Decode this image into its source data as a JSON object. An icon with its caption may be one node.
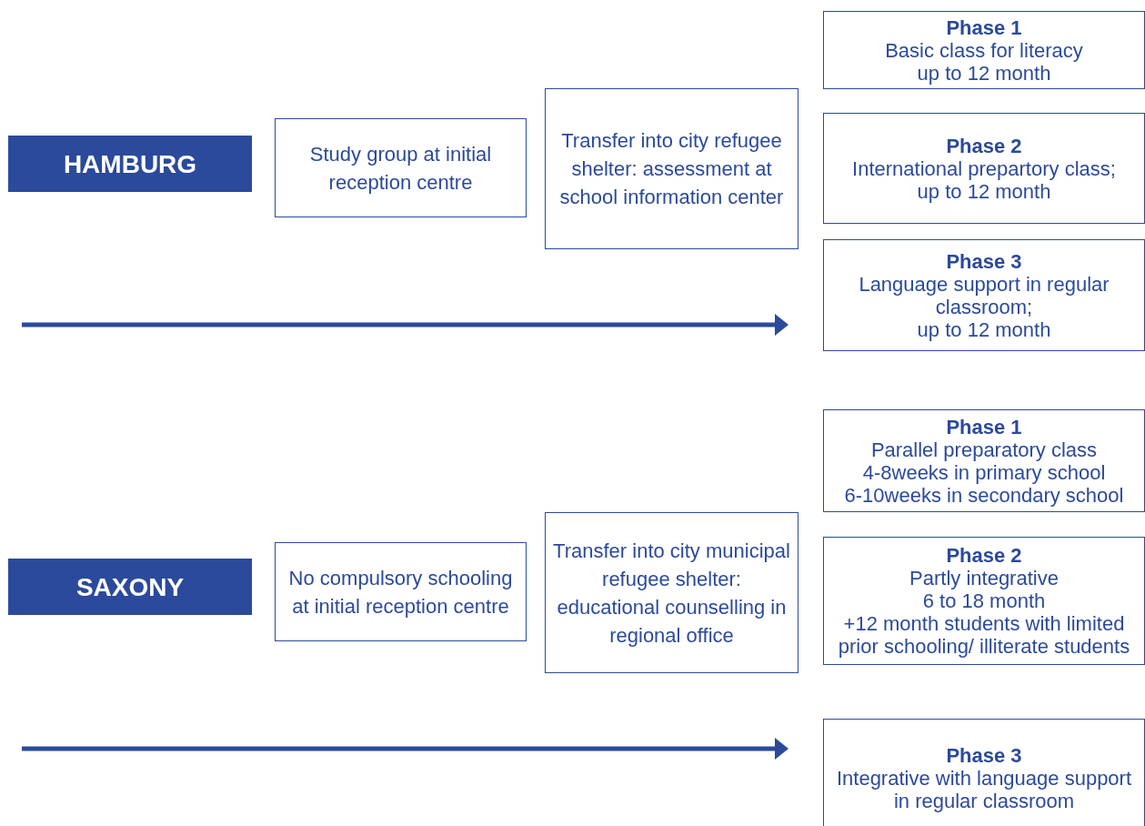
{
  "diagram": {
    "nodes": [
      {
        "text": [
          "HAMBURG"
        ]
      },
      {
        "text": [
          "Study group at initial reception centre"
        ]
      },
      {
        "text": [
          "Transfer into city refugee shelter: assessment at school information center"
        ]
      },
      {
        "text": [
          "Phase 1",
          "Basic class for literacy",
          "up to 12 month"
        ]
      },
      {
        "text": [
          "Phase 2",
          "International prepartory class;",
          "up to 12 month"
        ]
      },
      {
        "text": [
          "Phase 3",
          "Language support in regular classroom;",
          "up to 12 month"
        ]
      },
      {
        "text": [
          "SAXONY"
        ]
      },
      {
        "text": [
          "No compulsory schooling at initial reception centre"
        ]
      },
      {
        "text": [
          "Transfer into city municipal refugee shelter: educational counselling in regional office"
        ]
      },
      {
        "text": [
          "Phase 1",
          "Parallel preparatory class",
          "4-8weeks in primary school",
          "6-10weeks in secondary school"
        ]
      },
      {
        "text": [
          "Phase 2",
          "Partly integrative",
          "6 to 18 month",
          "+12 month students with limited prior schooling/ illiterate students"
        ]
      },
      {
        "text": [
          "Phase 3",
          "Integrative with language support in regular classroom"
        ]
      }
    ],
    "edges": []
  }
}
